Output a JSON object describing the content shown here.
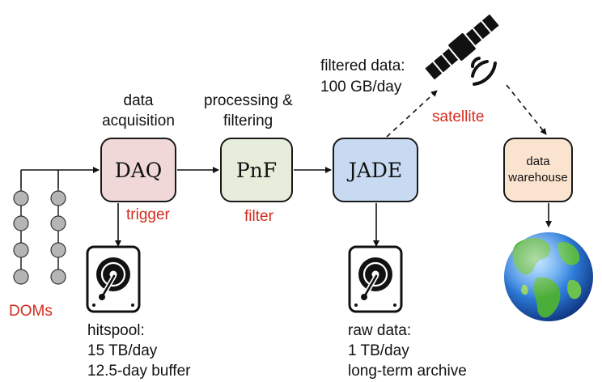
{
  "labels": {
    "data_acquisition_line1": "data",
    "data_acquisition_line2": "acquisition",
    "processing_line1": "processing &",
    "processing_line2": "filtering",
    "filtered_line1": "filtered data:",
    "filtered_line2": "100 GB/day",
    "satellite": "satellite",
    "trigger": "trigger",
    "filter": "filter",
    "doms": "DOMs",
    "hitspool_line1": "hitspool:",
    "hitspool_line2": "15 TB/day",
    "hitspool_line3": "12.5-day buffer",
    "raw_line1": "raw data:",
    "raw_line2": "1 TB/day",
    "raw_line3": "long-term archive"
  },
  "boxes": {
    "daq": "DAQ",
    "pnf": "PnF",
    "jade": "JADE",
    "warehouse_line1": "data",
    "warehouse_line2": "warehouse"
  },
  "colors": {
    "daq": "#f1d8d8",
    "pnf": "#e6eedb",
    "jade": "#c8daf1",
    "warehouse": "#fbe4cf",
    "red_text": "#d42b1e",
    "dom_fill": "#b5b5b5"
  },
  "icons": [
    "hard-drive-icon",
    "hard-drive-icon",
    "satellite-icon",
    "globe-icon"
  ]
}
